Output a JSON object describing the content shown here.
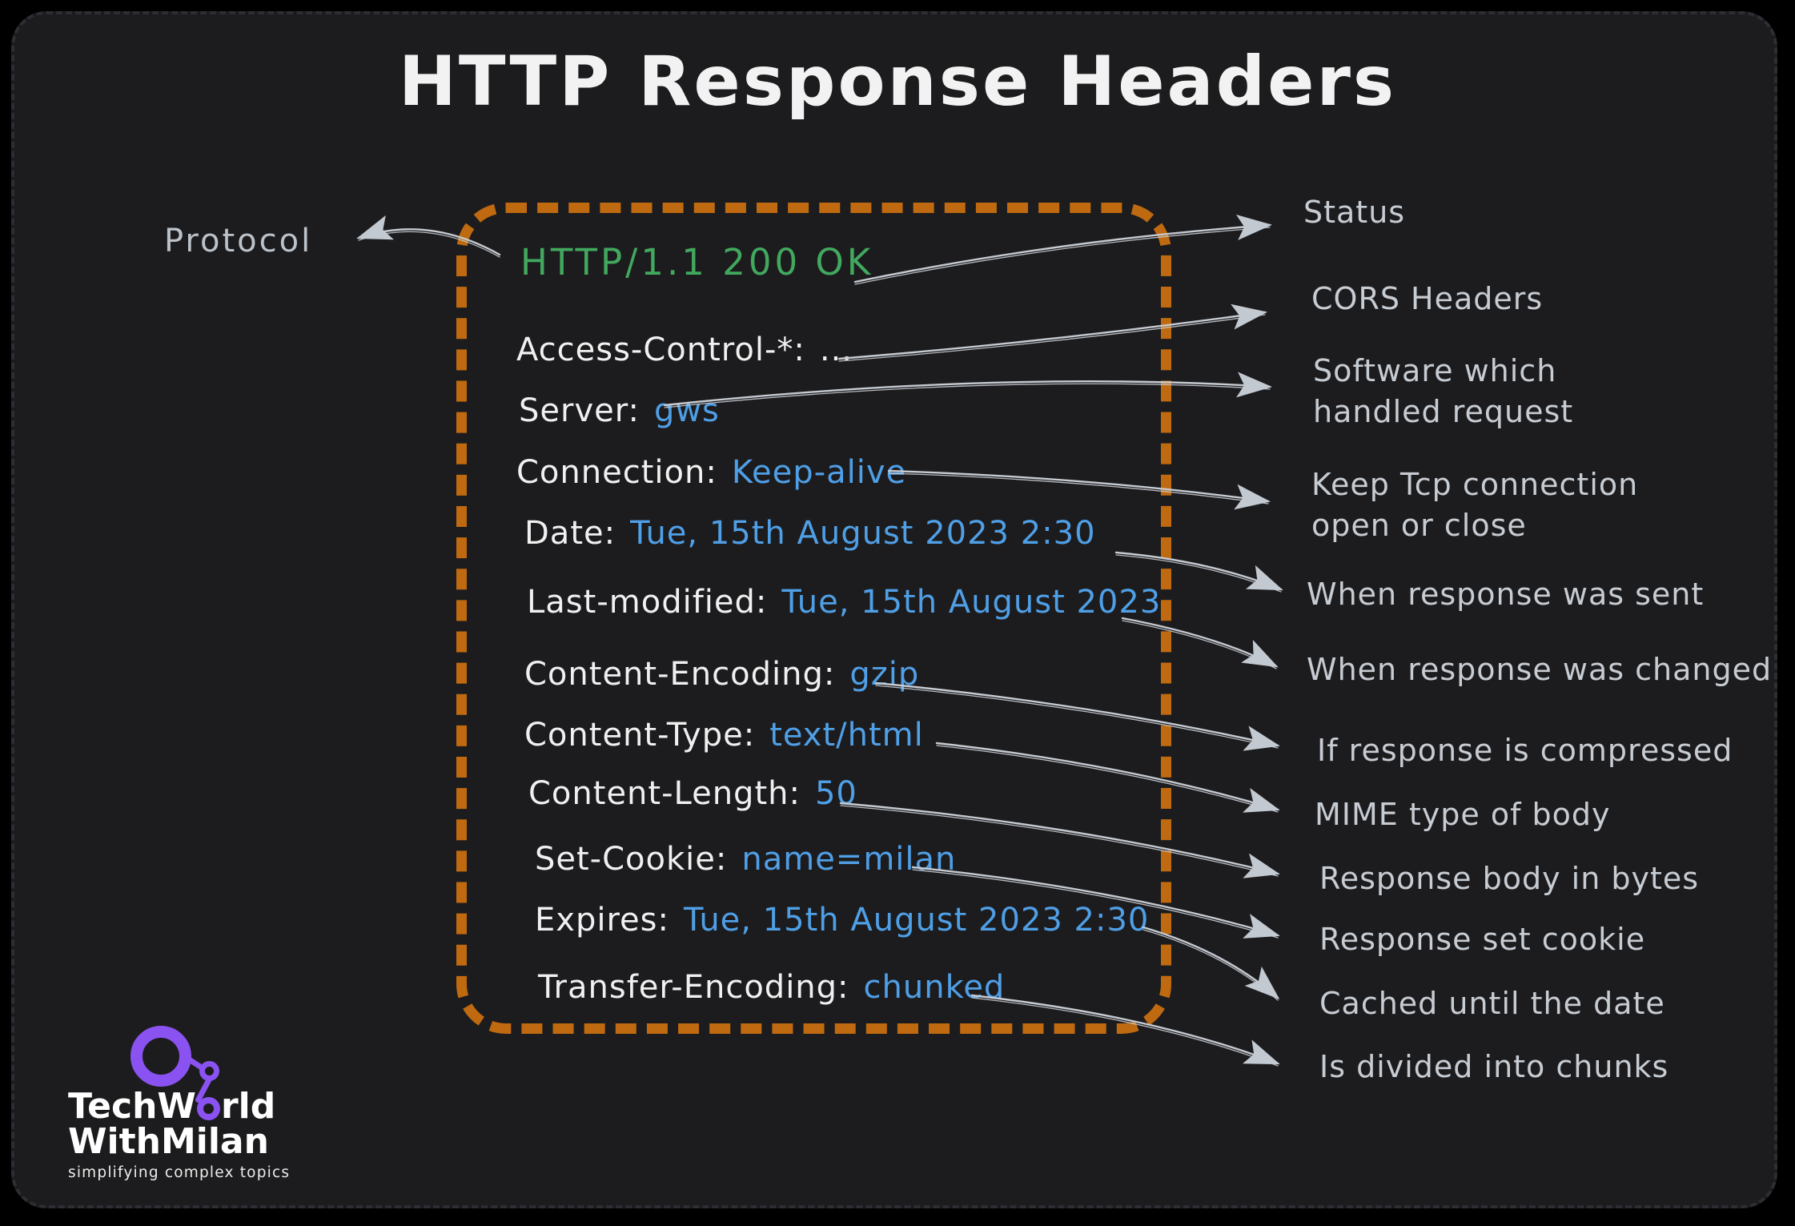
{
  "title": "HTTP Response Headers",
  "protocol_label": "Protocol",
  "colors": {
    "green": "#42a85e",
    "blue": "#4f9fe6",
    "orange": "#bf6a10",
    "purple": "#8a52f0",
    "label_gray": "#c7ccd3",
    "background": "#1c1c1e"
  },
  "headers": [
    {
      "name": "",
      "value": "HTTP/1.1 200 OK",
      "color": "green"
    },
    {
      "name": "Access-Control-*:",
      "value": "...",
      "color": "white"
    },
    {
      "name": "Server:",
      "value": "gws",
      "color": "blue"
    },
    {
      "name": "Connection:",
      "value": "Keep-alive",
      "color": "blue"
    },
    {
      "name": "Date:",
      "value": "Tue, 15th August 2023 2:30",
      "color": "blue"
    },
    {
      "name": "Last-modified:",
      "value": "Tue, 15th August 2023",
      "color": "blue"
    },
    {
      "name": "Content-Encoding:",
      "value": "gzip",
      "color": "blue"
    },
    {
      "name": "Content-Type:",
      "value": "text/html",
      "color": "blue"
    },
    {
      "name": "Content-Length:",
      "value": "50",
      "color": "blue"
    },
    {
      "name": "Set-Cookie:",
      "value": "name=milan",
      "color": "blue"
    },
    {
      "name": "Expires:",
      "value": "Tue, 15th August 2023 2:30",
      "color": "blue"
    },
    {
      "name": "Transfer-Encoding:",
      "value": "chunked",
      "color": "blue"
    }
  ],
  "annotations": [
    "Status",
    "CORS Headers",
    "Software which\nhandled request",
    "Keep Tcp connection\nopen or close",
    "When response was sent",
    "When response was changed",
    "If response is compressed",
    "MIME type of body",
    "Response body in bytes",
    "Response set cookie",
    "Cached until the date",
    "Is divided into chunks"
  ],
  "logo": {
    "line1": "TechWorld",
    "line2": "WithMilan",
    "tagline": "simplifying complex topics"
  }
}
